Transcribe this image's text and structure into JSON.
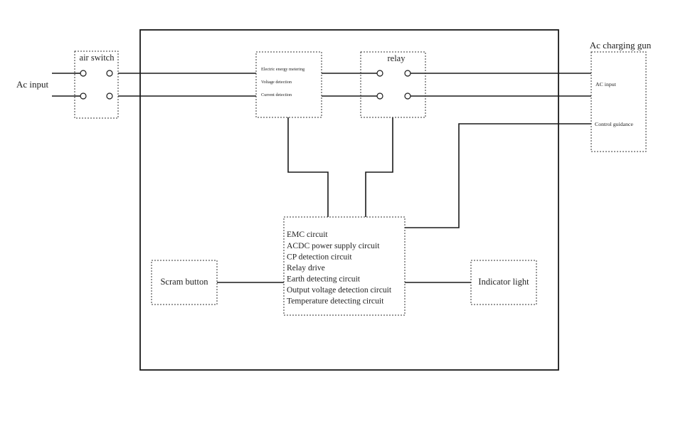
{
  "labels": {
    "ac_input": "Ac input",
    "air_switch": "air switch",
    "relay": "relay",
    "charging_gun": "Ac charging gun",
    "gun_ac_input": "AC input",
    "gun_control_guidance": "Control guidance",
    "meter_lines": [
      "Electric energy metering",
      "Voltage detection",
      "Current detection"
    ],
    "controller_lines": [
      "EMC circuit",
      "ACDC power supply circuit",
      "CP detection circuit",
      "Relay drive",
      "Earth detecting circuit",
      "Output voltage detection circuit",
      "Temperature detecting circuit"
    ],
    "scram_button": "Scram button",
    "indicator_light": "Indicator light"
  }
}
